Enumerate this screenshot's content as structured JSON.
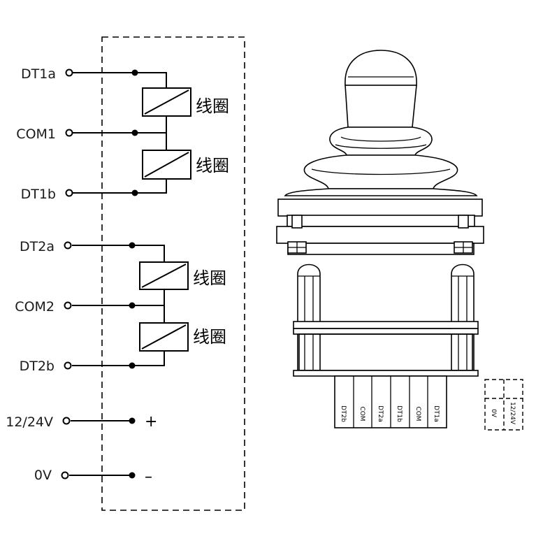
{
  "wiring": {
    "terminals": {
      "dt1a": "DT1a",
      "com1": "COM1",
      "dt1b": "DT1b",
      "dt2a": "DT2a",
      "com2": "COM2",
      "dt2b": "DT2b",
      "v1224": "12/24V",
      "v0": "0V"
    },
    "coil_label": "线圈",
    "plus_sign": "+",
    "minus_sign": "–"
  },
  "joystick": {
    "pins": [
      "DT2b",
      "COM",
      "DT2a",
      "DT1b",
      "COM",
      "DT1a"
    ],
    "aux_pins": [
      "0V",
      "12/24V"
    ]
  }
}
